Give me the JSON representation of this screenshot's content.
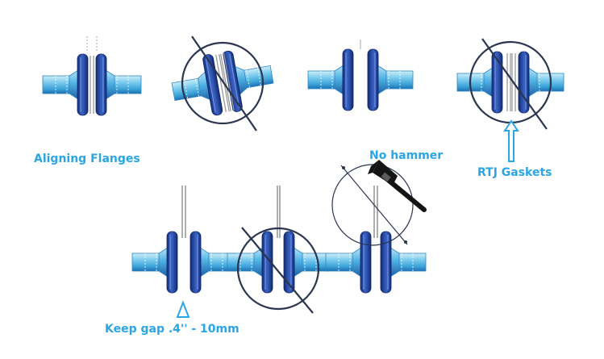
{
  "labels": {
    "aligning": "Aligning Flanges",
    "no_hammer": "No hammer",
    "rtj": "RTJ Gaskets",
    "gap": "Keep gap .4'' - 10mm"
  },
  "colors": {
    "pipe_light": "#8fd6f0",
    "pipe_mid": "#38a7dc",
    "flange_dark": "#16358c",
    "flange_mid": "#2f56b8",
    "label_blue": "#2aa6e6",
    "circle_line": "#2b3550",
    "hammer_black": "#141414"
  },
  "icons": [
    "no-sign-icon",
    "hammer-icon",
    "arrow-up-icon",
    "triangle-gap-icon"
  ]
}
